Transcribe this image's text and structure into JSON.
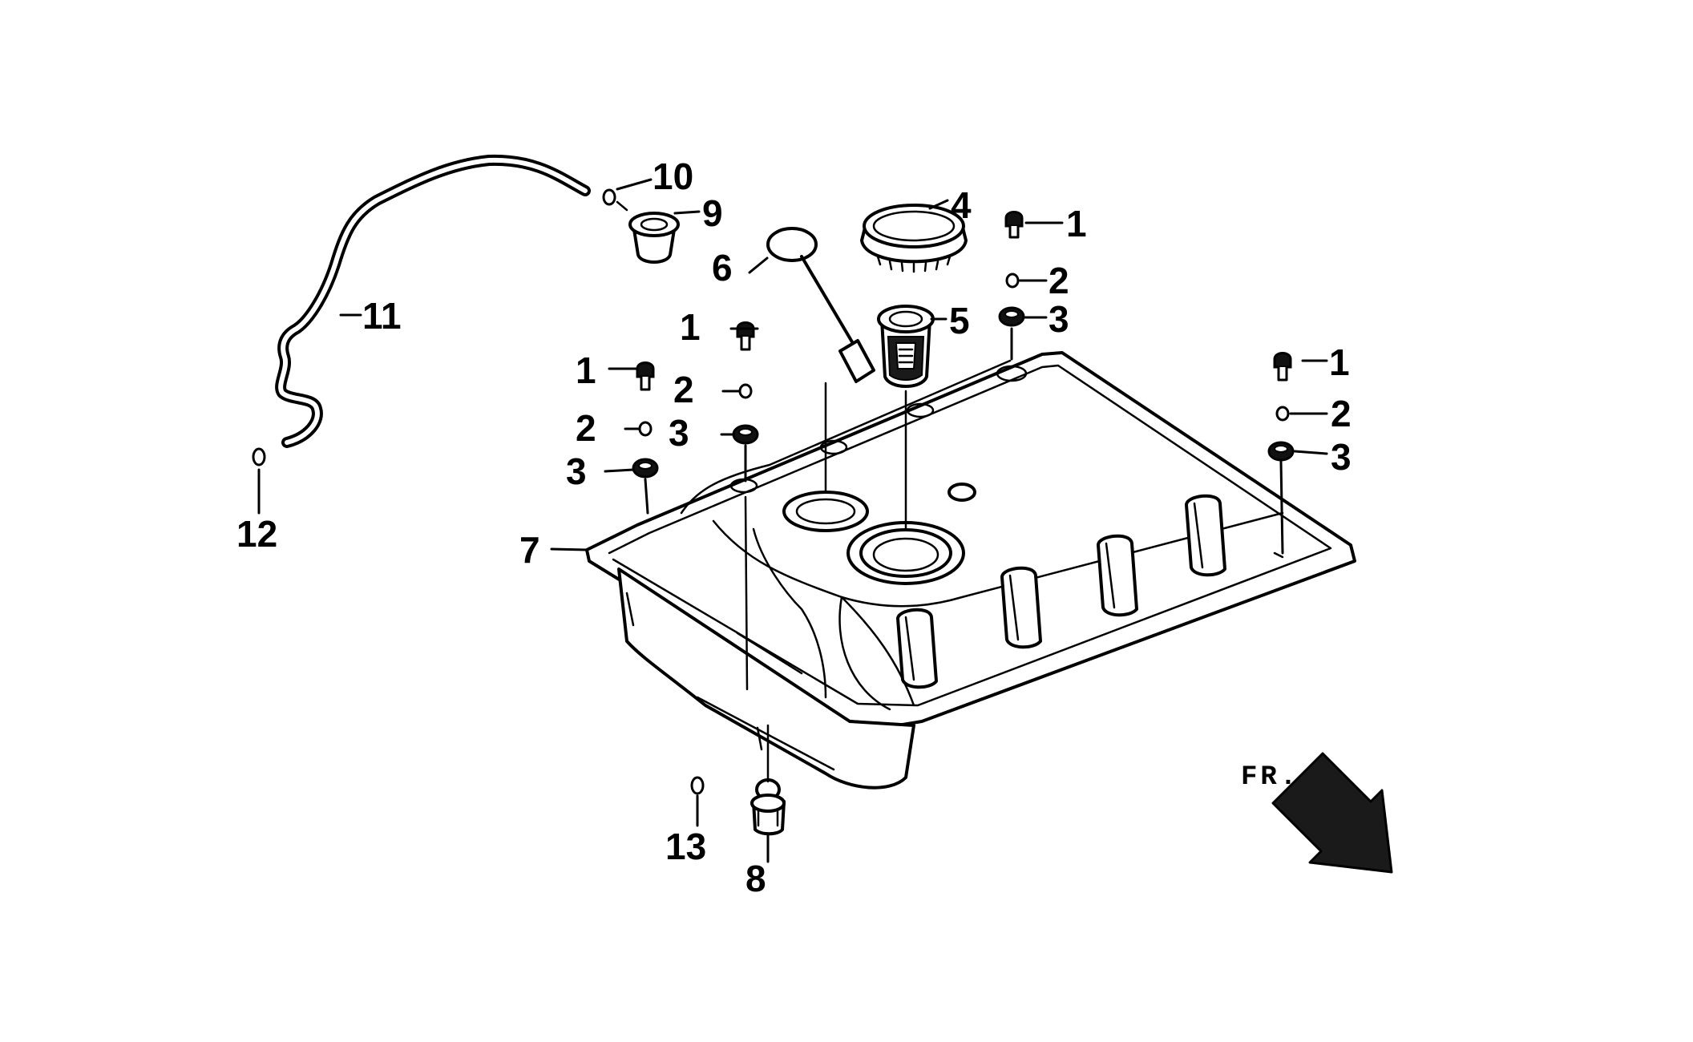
{
  "callouts": [
    {
      "id": "c10",
      "label": "10"
    },
    {
      "id": "c9",
      "label": "9"
    },
    {
      "id": "c11",
      "label": "11"
    },
    {
      "id": "c12",
      "label": "12"
    },
    {
      "id": "c6",
      "label": "6"
    },
    {
      "id": "c4",
      "label": "4"
    },
    {
      "id": "c5",
      "label": "5"
    },
    {
      "id": "c1a",
      "label": "1"
    },
    {
      "id": "c2a",
      "label": "2"
    },
    {
      "id": "c3a",
      "label": "3"
    },
    {
      "id": "c1b",
      "label": "1"
    },
    {
      "id": "c2b",
      "label": "2"
    },
    {
      "id": "c3b",
      "label": "3"
    },
    {
      "id": "c1c",
      "label": "1"
    },
    {
      "id": "c2c",
      "label": "2"
    },
    {
      "id": "c3c",
      "label": "3"
    },
    {
      "id": "c1d",
      "label": "1"
    },
    {
      "id": "c2d",
      "label": "2"
    },
    {
      "id": "c3d",
      "label": "3"
    },
    {
      "id": "c7",
      "label": "7"
    },
    {
      "id": "c13",
      "label": "13"
    },
    {
      "id": "c8",
      "label": "8"
    }
  ],
  "direction_label": "FR.",
  "colors": {
    "line": "#000000",
    "background": "#ffffff"
  }
}
